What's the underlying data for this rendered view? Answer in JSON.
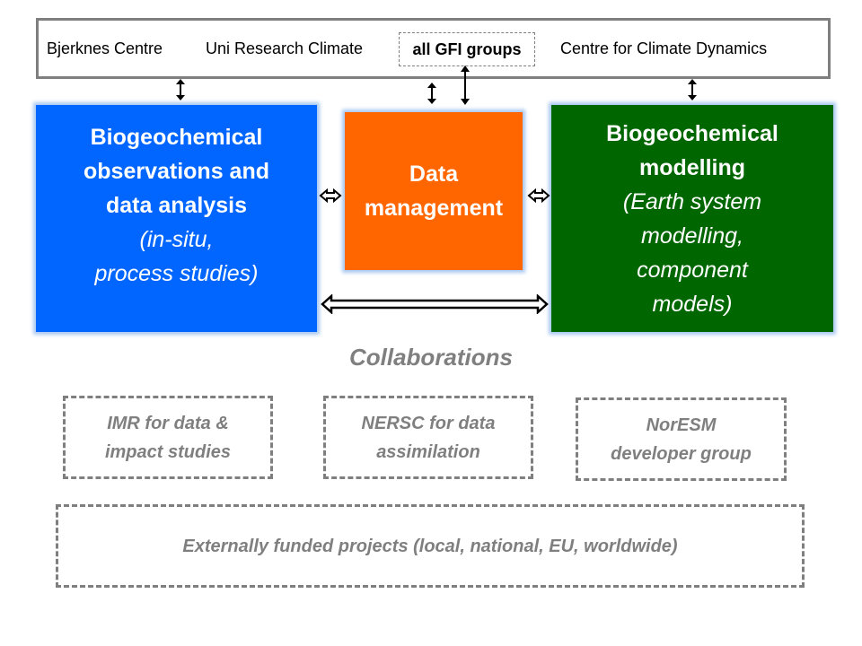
{
  "top_bar": {
    "items": [
      "Bjerknes Centre",
      "Uni Research Climate",
      "all GFI groups",
      "Centre for Climate Dynamics"
    ]
  },
  "boxes": {
    "observations": {
      "title_lines": [
        "Biogeochemical",
        "observations and",
        "data analysis"
      ],
      "sub_lines": [
        "(in-situ,",
        "process studies)"
      ],
      "color": "#0066ff"
    },
    "data_management": {
      "title_lines": [
        "Data",
        "management"
      ],
      "color": "#ff6600"
    },
    "modelling": {
      "title_lines": [
        "Biogeochemical",
        "modelling"
      ],
      "sub_lines": [
        "(Earth system",
        "modelling,",
        "component",
        "models)"
      ],
      "color": "#006600"
    }
  },
  "collaborations": {
    "title": "Collaborations",
    "partners": [
      {
        "lines": [
          "IMR for data &",
          "impact studies"
        ]
      },
      {
        "lines": [
          "NERSC for data",
          "assimilation"
        ]
      },
      {
        "lines": [
          "NorESM",
          "developer group"
        ]
      }
    ],
    "external": "Externally funded projects (local, national, EU, worldwide)"
  }
}
